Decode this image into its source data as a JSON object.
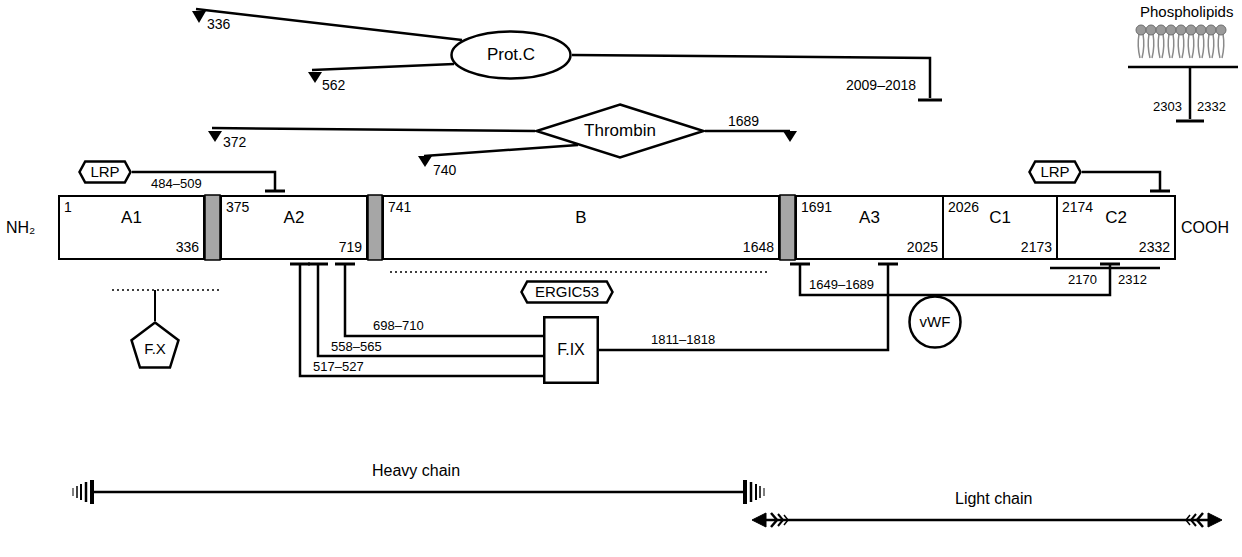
{
  "diagram": {
    "nodes": [
      {
        "text": [
          "Prot.C"
        ]
      },
      {
        "text": [
          "Thrombin"
        ]
      },
      {
        "text": [
          "LRP"
        ]
      },
      {
        "text": [
          "LRP"
        ]
      },
      {
        "text": [
          "1",
          "A1",
          "336"
        ]
      },
      {
        "text": [
          "375",
          "A2",
          "719"
        ]
      },
      {
        "text": [
          "741",
          "B",
          "1648"
        ]
      },
      {
        "text": [
          "1691",
          "A3",
          "2025"
        ]
      },
      {
        "text": [
          "2026",
          "C1",
          "2173"
        ]
      },
      {
        "text": [
          "2174",
          "C2",
          "2332"
        ]
      },
      {
        "text": [
          "ERGIC53"
        ]
      },
      {
        "text": [
          "vWF"
        ]
      },
      {
        "text": [
          "F.X"
        ]
      },
      {
        "text": [
          "F.IX"
        ]
      }
    ],
    "edges": [
      {
        "from": 2,
        "to": 5,
        "arrow": "to",
        "label": "484–509"
      },
      {
        "from": 3,
        "to": 9,
        "arrow": "to"
      },
      {
        "from": 13,
        "to": 5,
        "arrow": "to",
        "label": "698–710"
      },
      {
        "from": 13,
        "to": 5,
        "arrow": "to",
        "label": "558–565"
      },
      {
        "from": 13,
        "to": 5,
        "arrow": "to",
        "label": "517–527"
      },
      {
        "from": 13,
        "to": 7,
        "arrow": "to",
        "label": "1811–1818"
      },
      {
        "from": 11,
        "to": 7,
        "arrow": "to",
        "label": "1649–1689"
      },
      {
        "from": 11,
        "to": 9,
        "arrow": "to"
      }
    ],
    "labels": [
      "NH₂",
      "COOH",
      "336",
      "562",
      "372",
      "740",
      "1689",
      "2009–2018",
      "Phospholipids",
      "2303",
      "2332",
      "2170",
      "2312",
      "Heavy chain",
      "Light chain"
    ]
  }
}
